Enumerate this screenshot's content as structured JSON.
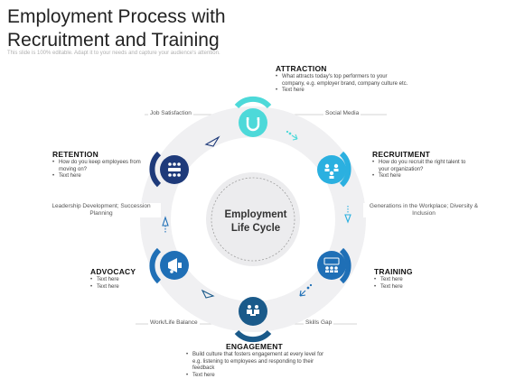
{
  "header": {
    "title": "Employment Process with Recruitment and Training",
    "subtitle": "This slide is 100% editable. Adapt it to your needs and capture your audience's attention."
  },
  "center": {
    "line1": "Employment",
    "line2": "Life Cycle"
  },
  "stages": {
    "attraction": {
      "title": "ATTRACTION",
      "bullets": [
        "What attracts today's top performers to your company, e.g. employer brand, company culture etc.",
        "Text here"
      ],
      "color": "#4dd9d9"
    },
    "recruitment": {
      "title": "RECRUITMENT",
      "bullets": [
        "How do you recruit the right talent to your organization?",
        "Text here"
      ],
      "color": "#2bb0e0"
    },
    "training": {
      "title": "TRAINING",
      "bullets": [
        "Text here",
        "Text here"
      ],
      "color": "#1f6fb6"
    },
    "engagement": {
      "title": "ENGAGEMENT",
      "bullets": [
        "Build culture that fosters engagement at every level for e.g. listening to employees and responding to their feedback",
        "Text here"
      ],
      "color": "#1a5a8a"
    },
    "advocacy": {
      "title": "ADVOCACY",
      "bullets": [
        "Text here",
        "Text here"
      ],
      "color": "#1f6fb6"
    },
    "retention": {
      "title": "RETENTION",
      "bullets": [
        "How do you keep employees from moving on?",
        "Text here"
      ],
      "color": "#1e3a7a"
    }
  },
  "links": {
    "job_satisfaction": "Job Satisfaction",
    "social_media": "Social Media",
    "generations": "Generations in the Workplace; Diversity & Inclusion",
    "skills_gap": "Skills Gap",
    "work_life": "Work/Life Balance",
    "leadership": "Leadership Development; Succession Planning"
  },
  "icons": [
    "magnet-icon",
    "people-network-icon",
    "training-group-icon",
    "handshake-icon",
    "megaphone-icon",
    "meeting-icon"
  ]
}
